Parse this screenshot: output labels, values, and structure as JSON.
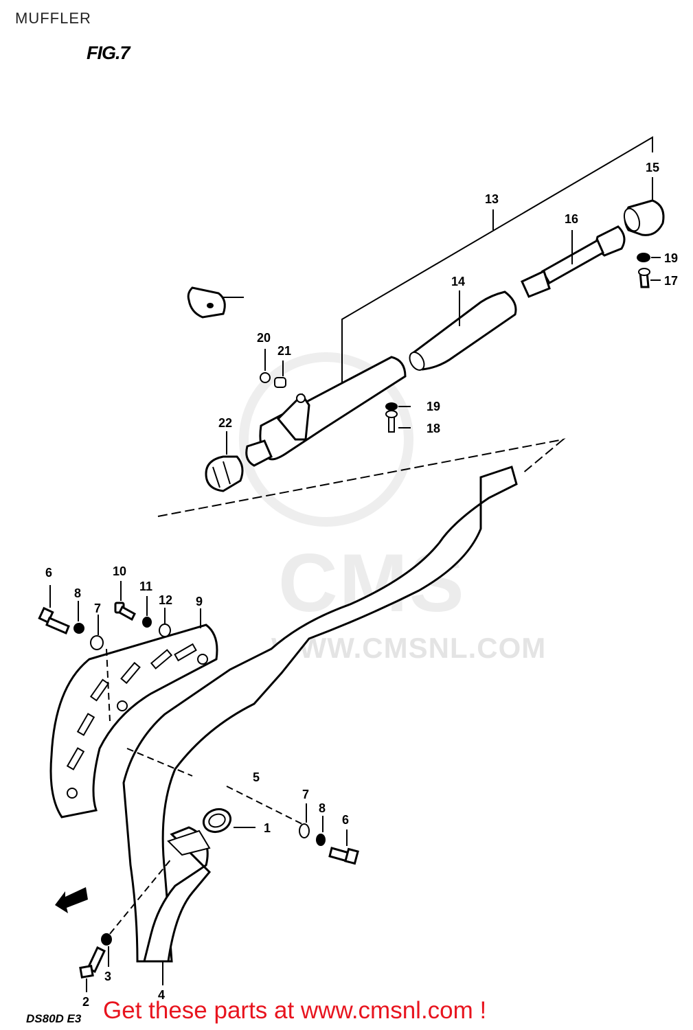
{
  "header": {
    "title": "MUFFLER"
  },
  "figure": {
    "label": "FIG.7",
    "model_code": "DS80D E3"
  },
  "watermark": {
    "logo_text": "CMS",
    "site": "WWW.CMSNL.COM"
  },
  "footer": {
    "cta": "Get these parts at www.cmsnl.com !"
  },
  "callouts": [
    {
      "number": "1"
    },
    {
      "number": "2"
    },
    {
      "number": "3"
    },
    {
      "number": "4"
    },
    {
      "number": "5"
    },
    {
      "number": "6"
    },
    {
      "number": "6"
    },
    {
      "number": "7"
    },
    {
      "number": "7"
    },
    {
      "number": "8"
    },
    {
      "number": "8"
    },
    {
      "number": "9"
    },
    {
      "number": "10"
    },
    {
      "number": "11"
    },
    {
      "number": "12"
    },
    {
      "number": "13"
    },
    {
      "number": "14"
    },
    {
      "number": "15"
    },
    {
      "number": "16"
    },
    {
      "number": "17"
    },
    {
      "number": "18"
    },
    {
      "number": "19"
    },
    {
      "number": "19"
    },
    {
      "number": "20"
    },
    {
      "number": "21"
    },
    {
      "number": "22"
    }
  ],
  "colors": {
    "cta": "#e8141e",
    "line": "#000000",
    "watermark": "#e4e4e4"
  },
  "icons": [
    "front-direction-arrow-icon"
  ]
}
